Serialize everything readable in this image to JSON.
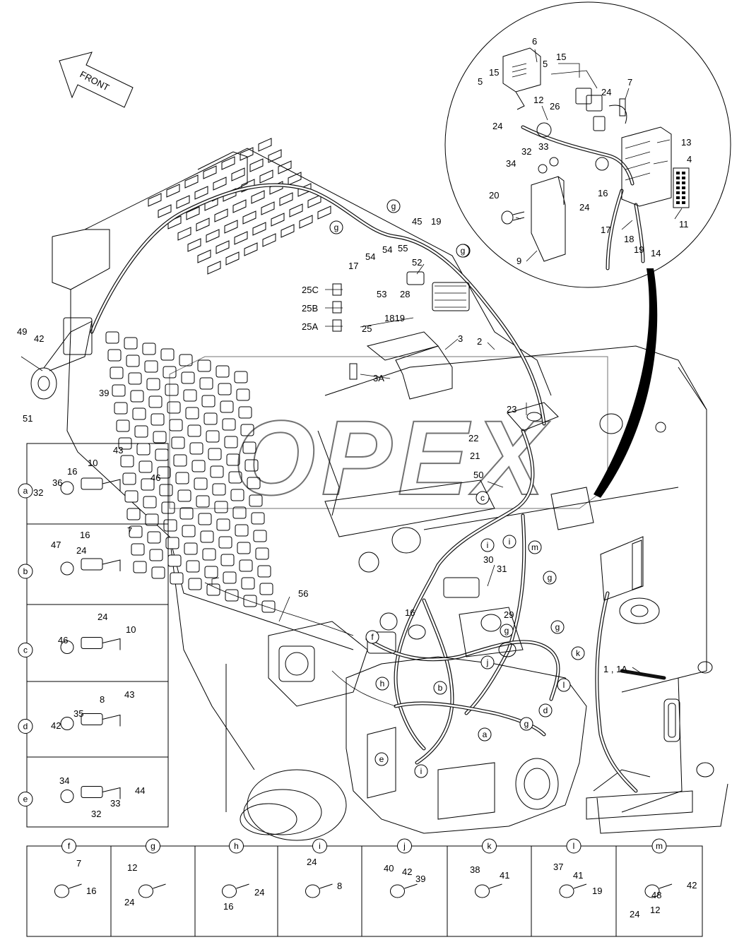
{
  "front_arrow": {
    "label": "FRONT"
  },
  "watermark": "OPEX",
  "callouts": [
    {
      "id": "c6",
      "text": "6"
    },
    {
      "id": "c15a",
      "text": "15"
    },
    {
      "id": "c5a",
      "text": "5"
    },
    {
      "id": "c15b",
      "text": "15"
    },
    {
      "id": "c5b",
      "text": "5"
    },
    {
      "id": "c7",
      "text": "7"
    },
    {
      "id": "c12",
      "text": "12"
    },
    {
      "id": "c24a",
      "text": "24"
    },
    {
      "id": "c26",
      "text": "26"
    },
    {
      "id": "c24b",
      "text": "24"
    },
    {
      "id": "c13",
      "text": "13"
    },
    {
      "id": "c4",
      "text": "4"
    },
    {
      "id": "c32",
      "text": "32"
    },
    {
      "id": "c33",
      "text": "33"
    },
    {
      "id": "c34",
      "text": "34"
    },
    {
      "id": "c16",
      "text": "16"
    },
    {
      "id": "c24c",
      "text": "24"
    },
    {
      "id": "c20",
      "text": "20"
    },
    {
      "id": "c17a",
      "text": "17"
    },
    {
      "id": "c11",
      "text": "11"
    },
    {
      "id": "c18a",
      "text": "18"
    },
    {
      "id": "c19a",
      "text": "19"
    },
    {
      "id": "c14",
      "text": "14"
    },
    {
      "id": "c9",
      "text": "9"
    },
    {
      "id": "c45",
      "text": "45"
    },
    {
      "id": "c19b",
      "text": "19"
    },
    {
      "id": "c54a",
      "text": "54"
    },
    {
      "id": "c55",
      "text": "55"
    },
    {
      "id": "c54b",
      "text": "54"
    },
    {
      "id": "c17b",
      "text": "17"
    },
    {
      "id": "c52",
      "text": "52"
    },
    {
      "id": "c53",
      "text": "53"
    },
    {
      "id": "c28",
      "text": "28"
    },
    {
      "id": "c25C",
      "text": "25C"
    },
    {
      "id": "c25B",
      "text": "25B"
    },
    {
      "id": "c25A",
      "text": "25A"
    },
    {
      "id": "c1819",
      "text": "1819"
    },
    {
      "id": "c25",
      "text": "25"
    },
    {
      "id": "c3",
      "text": "3"
    },
    {
      "id": "c2",
      "text": "2"
    },
    {
      "id": "c3A",
      "text": "3A"
    },
    {
      "id": "c49",
      "text": "49"
    },
    {
      "id": "c42a",
      "text": "42"
    },
    {
      "id": "c39a",
      "text": "39"
    },
    {
      "id": "c51",
      "text": "51"
    },
    {
      "id": "c23",
      "text": "23"
    },
    {
      "id": "c22",
      "text": "22"
    },
    {
      "id": "c21",
      "text": "21"
    },
    {
      "id": "c50",
      "text": "50"
    },
    {
      "id": "c30",
      "text": "30"
    },
    {
      "id": "c31",
      "text": "31"
    },
    {
      "id": "c56",
      "text": "56"
    },
    {
      "id": "c16b",
      "text": "16"
    },
    {
      "id": "c29",
      "text": "29"
    },
    {
      "id": "c1_1A",
      "text": "1 , 1A"
    }
  ],
  "detail_panels_left": [
    {
      "letter": "a",
      "labels": [
        "43",
        "16",
        "10",
        "36",
        "46",
        "32"
      ]
    },
    {
      "letter": "b",
      "labels": [
        "16",
        "7",
        "47",
        "24"
      ]
    },
    {
      "letter": "c",
      "labels": [
        "24",
        "10",
        "46"
      ]
    },
    {
      "letter": "d",
      "labels": [
        "8",
        "43",
        "35",
        "42"
      ]
    },
    {
      "letter": "e",
      "labels": [
        "34",
        "44",
        "33",
        "32"
      ]
    }
  ],
  "detail_panels_bottom": [
    {
      "letter": "f",
      "labels": [
        "7",
        "16"
      ]
    },
    {
      "letter": "g",
      "labels": [
        "12",
        "24"
      ]
    },
    {
      "letter": "h",
      "labels": [
        "16",
        "24"
      ]
    },
    {
      "letter": "i",
      "labels": [
        "24",
        "8"
      ]
    },
    {
      "letter": "j",
      "labels": [
        "40",
        "42",
        "39"
      ]
    },
    {
      "letter": "k",
      "labels": [
        "38",
        "41"
      ]
    },
    {
      "letter": "l",
      "labels": [
        "37",
        "41",
        "19"
      ]
    },
    {
      "letter": "m",
      "labels": [
        "42",
        "48",
        "24",
        "12"
      ]
    }
  ],
  "main_letter_markers": [
    "g",
    "g",
    "g",
    "g",
    "g",
    "g",
    "c",
    "i",
    "i",
    "m",
    "g",
    "j",
    "f",
    "h",
    "b",
    "a",
    "e",
    "i",
    "k",
    "l",
    "d",
    "g"
  ]
}
